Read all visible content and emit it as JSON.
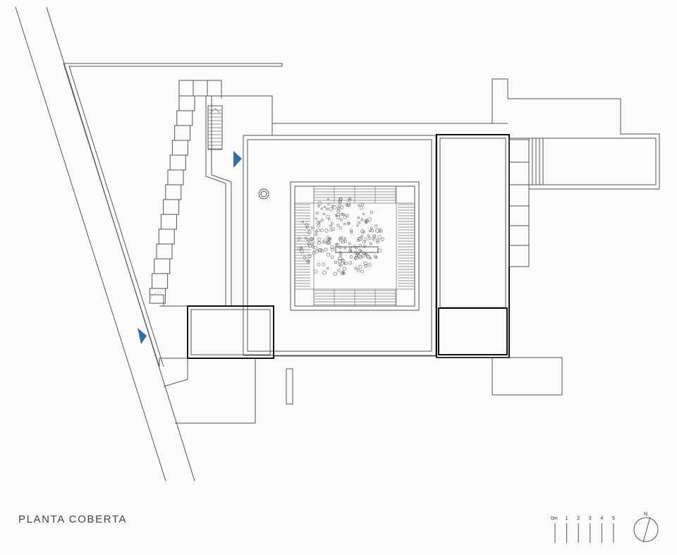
{
  "drawing": {
    "title": "PLANTA COBERTA",
    "scale_bar": {
      "labels": [
        "0m",
        "1",
        "2",
        "3",
        "4",
        "5"
      ]
    },
    "north_label": "N",
    "colors": {
      "line": "#555555",
      "heavy_line": "#111111",
      "entrance_marker": "#2d6fb0",
      "background": "#fbfbfb"
    },
    "entrance_marker_icon": "triangle-arrow-icon",
    "north_icon": "north-arrow-icon"
  }
}
